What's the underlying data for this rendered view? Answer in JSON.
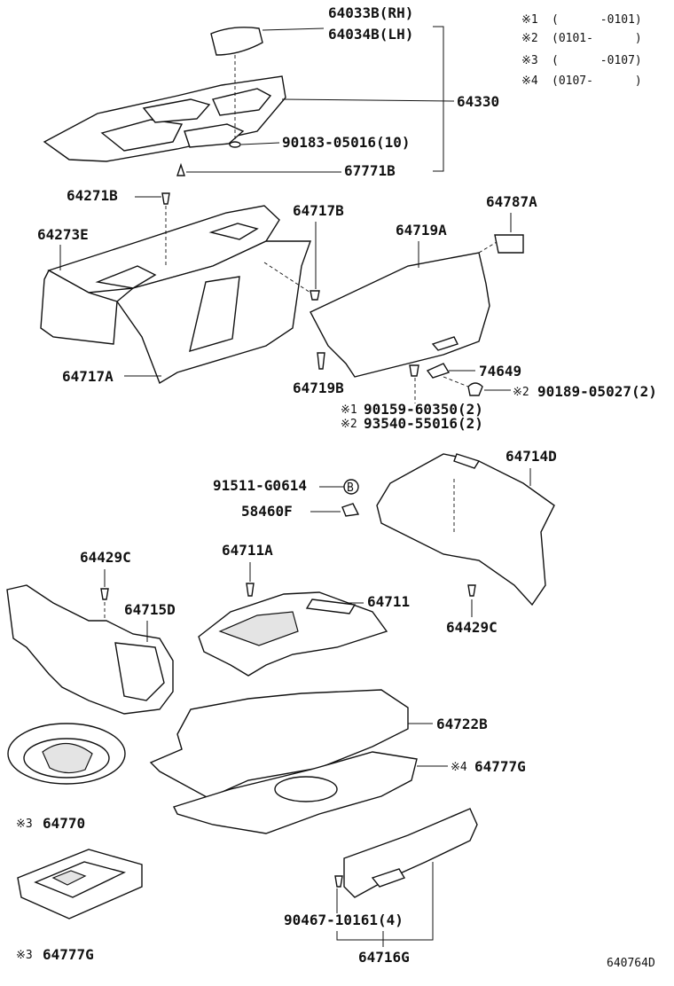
{
  "diagram_id": "640764D",
  "legend": [
    {
      "mark": "※1",
      "range": "(      -0101)"
    },
    {
      "mark": "※2",
      "range": "(0101-      )"
    },
    {
      "mark": "※3",
      "range": "(      -0107)"
    },
    {
      "mark": "※4",
      "range": "(0107-      )"
    }
  ],
  "parts": {
    "p64033B": "64033B(RH)",
    "p64034B": "64034B(LH)",
    "p64330": "64330",
    "p90183": "90183-05016(10)",
    "p67771B": "67771B",
    "p64271B": "64271B",
    "p64273E": "64273E",
    "p64717B": "64717B",
    "p64719A": "64719A",
    "p64787A": "64787A",
    "p64717A": "64717A",
    "p64719B": "64719B",
    "p74649": "74649",
    "p90189": "90189-05027(2)",
    "p90189_mark": "※2",
    "p90159": "90159-60350(2)",
    "p90159_mark": "※1",
    "p93540": "93540-55016(2)",
    "p93540_mark": "※2",
    "p91511": "91511-G0614",
    "p91511_circle": "B",
    "p58460F": "58460F",
    "p64714D": "64714D",
    "p64429C_left": "64429C",
    "p64711A": "64711A",
    "p64711": "64711",
    "p64715D": "64715D",
    "p64429C_right": "64429C",
    "p64722B": "64722B",
    "p64777G_right": "64777G",
    "p64777G_right_mark": "※4",
    "p64770": "64770",
    "p64770_mark": "※3",
    "p90467": "90467-10161(4)",
    "p64777G_left": "64777G",
    "p64777G_left_mark": "※3",
    "p64716G": "64716G"
  }
}
